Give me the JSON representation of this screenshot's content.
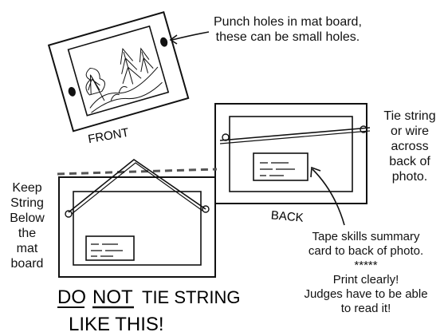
{
  "labels": {
    "front": "FRONT",
    "back": "BACK",
    "punch": [
      "Punch holes in mat board,",
      "these can be small holes."
    ],
    "tie": [
      "Tie string",
      "or wire",
      "across",
      "back of",
      "photo."
    ],
    "keep": [
      "Keep",
      "String",
      "Below",
      "the",
      "mat",
      "board"
    ],
    "tape": [
      "Tape skills summary",
      "card to back of photo.",
      "*****",
      "Print clearly!",
      "Judges have to be able",
      "to read it!"
    ],
    "warning": {
      "do": "DO",
      "not": "NOT",
      "tie": "TIE STRING",
      "like": "LIKE THIS!"
    }
  }
}
